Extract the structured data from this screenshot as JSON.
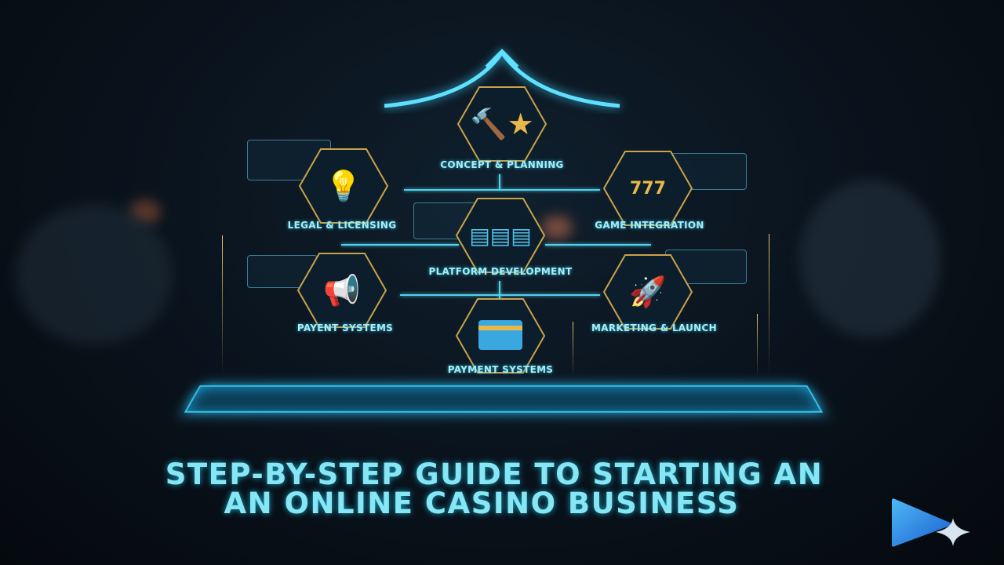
{
  "title": {
    "line1": "STEP-BY-STEP GUIDE TO STARTING AN",
    "line2": "AN ONLINE CASINO BUSINESS"
  },
  "nodes": [
    {
      "label": "CONCEPT & PLANNING",
      "icon": "gavel-shield-icon"
    },
    {
      "label": "LEGAL & LICENSING",
      "icon": "lightbulb-map-icon"
    },
    {
      "label": "GAME INTEGRATION",
      "icon": "slot-machine-icon"
    },
    {
      "label": "PLATFORM DEVELOPMENT",
      "icon": "database-servers-icon"
    },
    {
      "label": "PAYENT SYSTEMS",
      "icon": "megaphone-icon"
    },
    {
      "label": "MARKETING & LAUNCH",
      "icon": "rocket-coins-icon"
    },
    {
      "label": "PAYMENT SYSTEMS",
      "icon": "credit-card-icon"
    }
  ],
  "colors": {
    "accent": "#4fd0ec",
    "gold": "#e9b84a",
    "text": "#a8ecf4",
    "background": "#0a141e"
  }
}
